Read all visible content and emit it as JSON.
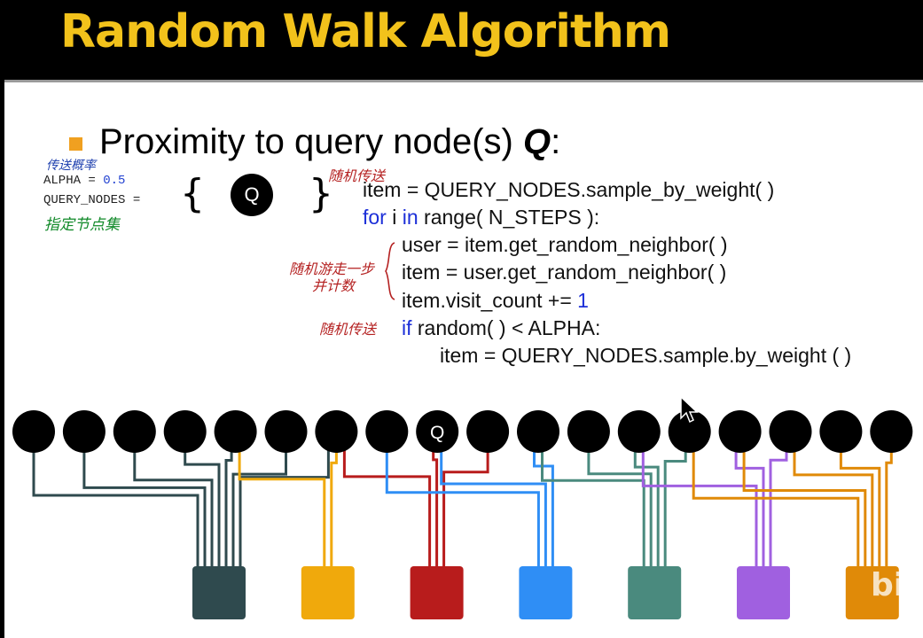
{
  "title": "Random Walk Algorithm",
  "bullet": {
    "text": "Proximity to query node(s) ",
    "emphasis": "Q",
    "colon": ":"
  },
  "params": {
    "alpha_label": "ALPHA = ",
    "alpha_value": "0.5",
    "query_nodes_label": "QUERY_NODES =",
    "set_open": "{",
    "set_close": "}",
    "q_node": "Q"
  },
  "annotations": {
    "teleport_prob": "传送概率",
    "designated_set": "指定节点集",
    "random_teleport_1": "随机传送",
    "random_walk_step_line1": "随机游走一步",
    "random_walk_step_line2": "并计数",
    "random_teleport_2": "随机传送"
  },
  "code": {
    "line1": "item = QUERY_NODES.sample_by_weight( )",
    "line2_kw1": "for",
    "line2_mid": " i ",
    "line2_kw2": "in",
    "line2_rest": " range( N_STEPS ):",
    "line3": "user = item.get_random_neighbor( )",
    "line4": "item = user.get_random_neighbor( )",
    "line5_text": "item.visit_count += ",
    "line5_num": "1",
    "line6_kw": "if",
    "line6_rest": " random( ) < ALPHA:",
    "line7": "item = QUERY_NODES.sample.by_weight ( )"
  },
  "graph": {
    "item_node_count": 18,
    "query_node_index": 8,
    "query_node_label": "Q",
    "user_colors": [
      "#2f4a4e",
      "#f0a90c",
      "#b81c1c",
      "#2f8ef5",
      "#4a8a7e",
      "#a060e0",
      "#e08a08"
    ],
    "edges": [
      [
        0,
        0
      ],
      [
        1,
        0
      ],
      [
        2,
        0
      ],
      [
        3,
        0
      ],
      [
        4,
        0
      ],
      [
        5,
        0
      ],
      [
        6,
        0
      ],
      [
        4,
        1
      ],
      [
        6,
        1
      ],
      [
        6,
        2
      ],
      [
        8,
        2
      ],
      [
        9,
        2
      ],
      [
        7,
        3
      ],
      [
        8,
        3
      ],
      [
        10,
        3
      ],
      [
        10,
        4
      ],
      [
        11,
        4
      ],
      [
        12,
        4
      ],
      [
        13,
        4
      ],
      [
        12,
        5
      ],
      [
        14,
        5
      ],
      [
        15,
        5
      ],
      [
        13,
        6
      ],
      [
        14,
        6
      ],
      [
        15,
        6
      ],
      [
        16,
        6
      ],
      [
        17,
        6
      ]
    ]
  },
  "watermark": "bili"
}
